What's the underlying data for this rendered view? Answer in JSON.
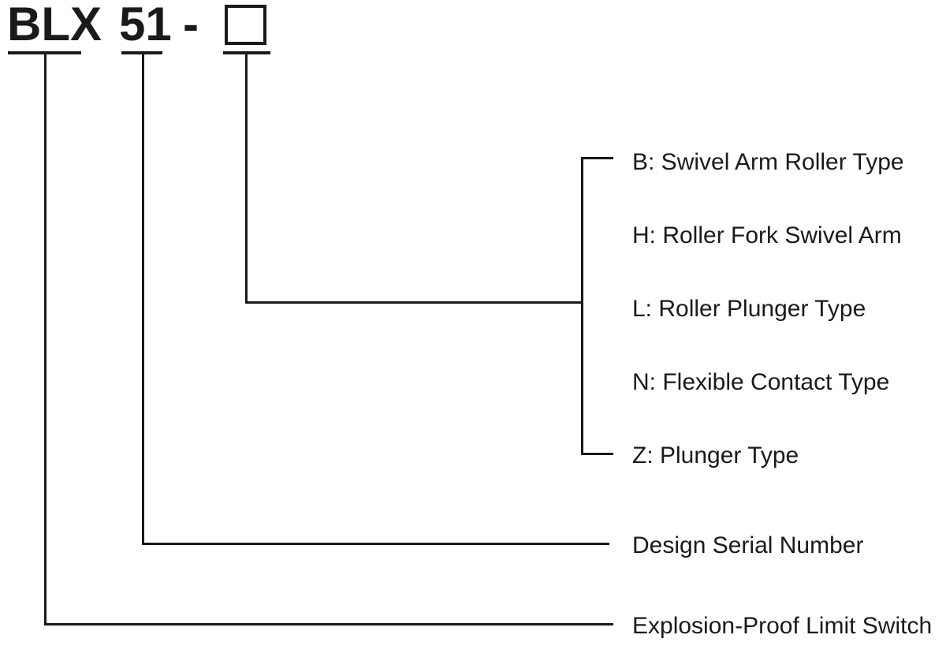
{
  "title": {
    "prefix": "BLX",
    "series": "51",
    "separator": "-"
  },
  "actuator_types": [
    {
      "code": "B",
      "label": "B: Swivel Arm Roller Type"
    },
    {
      "code": "H",
      "label": "H: Roller Fork Swivel Arm"
    },
    {
      "code": "L",
      "label": "L: Roller Plunger Type"
    },
    {
      "code": "N",
      "label": "N: Flexible Contact Type"
    },
    {
      "code": "Z",
      "label": "Z: Plunger Type"
    }
  ],
  "serial_label": "Design Serial Number",
  "switch_label": "Explosion-Proof Limit Switch",
  "colors": {
    "ink": "#1a1a1a",
    "background": "#ffffff"
  }
}
